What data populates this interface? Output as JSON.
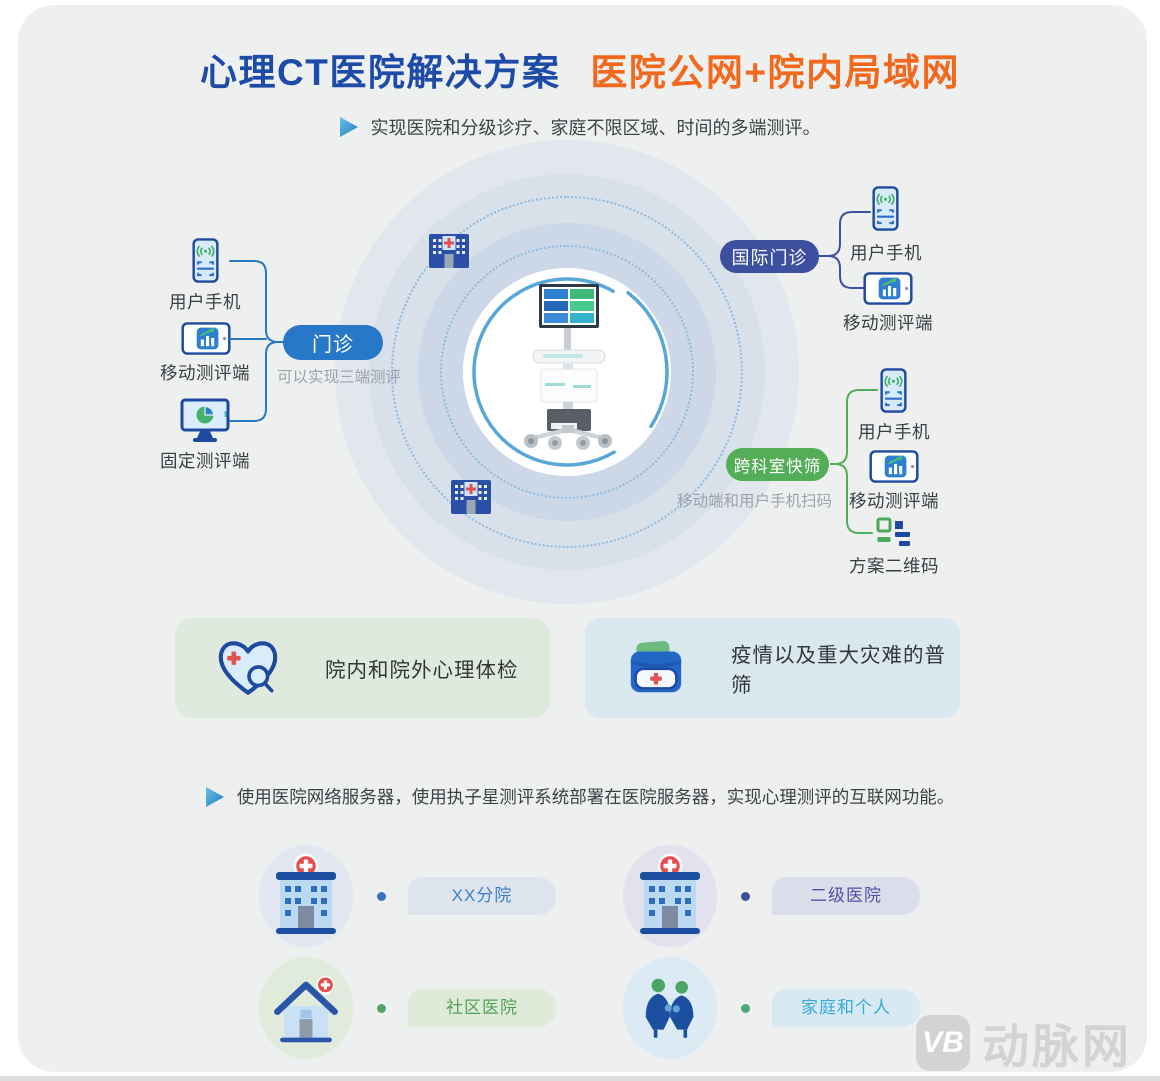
{
  "title": {
    "main": "心理CT医院解决方案",
    "highlight": "医院公网+院内局域网"
  },
  "bullets": {
    "first": "实现医院和分级诊疗、家庭不限区域、时间的多端测评。",
    "second": "使用医院网络服务器，使用执子星测评系统部署在医院服务器，实现心理测评的互联网功能。"
  },
  "diagram": {
    "outpatient": {
      "badge": "门诊",
      "note": "可以实现三端测评",
      "devices": [
        {
          "icon": "phone-scan-icon",
          "label": "用户手机"
        },
        {
          "icon": "tablet-chart-icon",
          "label": "移动测评端"
        },
        {
          "icon": "monitor-pie-icon",
          "label": "固定测评端"
        }
      ]
    },
    "international": {
      "badge": "国际门诊",
      "devices": [
        {
          "icon": "phone-scan-icon",
          "label": "用户手机"
        },
        {
          "icon": "tablet-chart-icon",
          "label": "移动测评端"
        }
      ]
    },
    "cross_department": {
      "badge": "跨科室快筛",
      "note": "移动端和用户手机扫码",
      "devices": [
        {
          "icon": "phone-scan-icon",
          "label": "用户手机"
        },
        {
          "icon": "tablet-chart-icon",
          "label": "移动测评端"
        },
        {
          "icon": "qrcode-icon",
          "label": "方案二维码"
        }
      ]
    },
    "center": {
      "icon": "medical-cart",
      "satellite_icon": "hospital-building-icon"
    }
  },
  "feature_cards": [
    {
      "icon": "heart-magnifier-icon",
      "label": "院内和院外心理体检",
      "bg": "#dfeade"
    },
    {
      "icon": "first-aid-kit-icon",
      "label": "疫情以及重大灾难的普筛",
      "bg": "#d9e7ee"
    }
  ],
  "network_items": [
    {
      "icon": "hospital-icon",
      "label": "XX分院",
      "accent": "#3b80c6"
    },
    {
      "icon": "hospital-icon",
      "label": "二级医院",
      "accent": "#4a55a5"
    },
    {
      "icon": "community-house-icon",
      "label": "社区医院",
      "accent": "#55a158"
    },
    {
      "icon": "family-icon",
      "label": "家庭和个人",
      "accent": "#3aa9d9"
    }
  ],
  "watermark": {
    "logo": "VB",
    "brand": "动脉网"
  },
  "colors": {
    "badge_blue": "#2878c8",
    "badge_indigo": "#3d4f9f",
    "badge_green": "#53ae57",
    "title_blue": "#1e4ba8",
    "title_orange": "#f2691d",
    "icon_dark_blue": "#1d49a0",
    "icon_green": "#3fae62"
  }
}
